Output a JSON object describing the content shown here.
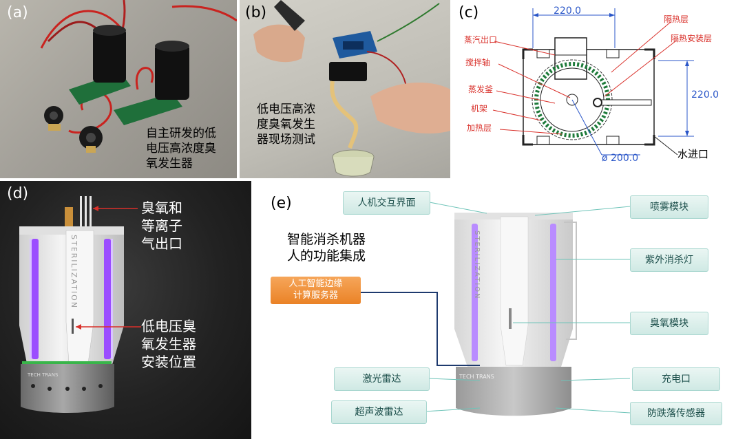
{
  "panels": {
    "a": {
      "label": "(a)",
      "caption": [
        "自主研发的低",
        "电压高浓度臭",
        "氧发生器"
      ]
    },
    "b": {
      "label": "(b)",
      "caption": [
        "低电压高浓",
        "度臭氧发生",
        "器现场测试"
      ]
    },
    "c": {
      "label": "(c)",
      "dim_width": "220.0",
      "dim_height": "220.0",
      "dim_diameter": "ø 200.0",
      "left_labels": [
        "蒸汽出口",
        "搅拌轴",
        "蒸发釜",
        "机架",
        "加热层"
      ],
      "right_labels": [
        "隔热层",
        "隔热安装层"
      ],
      "water_inlet": "水进口"
    },
    "d": {
      "label": "(d)",
      "outlet_caption": [
        "臭氧和",
        "等离子",
        "气出口"
      ],
      "generator_caption": [
        "低电压臭",
        "氧发生器",
        "安装位置"
      ],
      "device_text": "STERILIZATION",
      "brand_text": "TECH TRANS"
    },
    "e": {
      "label": "(e)",
      "title": [
        "智能消杀机器",
        "人的功能集成"
      ],
      "ai_box": [
        "人工智能边缘",
        "计算服务器"
      ],
      "left_boxes": [
        "人机交互界面",
        "激光雷达",
        "超声波雷达"
      ],
      "right_boxes": [
        "喷雾模块",
        "紫外消杀灯",
        "臭氧模块",
        "充电口",
        "防跌落传感器"
      ],
      "device_text": "STERILIZATION",
      "brand_text": "TECH TRANS"
    }
  },
  "colors": {
    "uv_purple": "#9b4dff",
    "teal_line": "#6fc4b9",
    "orange": "#ea8226",
    "navy_line": "#1e3a6e",
    "drawing_blue": "#2a56c8",
    "annotation_red": "#d9302a"
  }
}
